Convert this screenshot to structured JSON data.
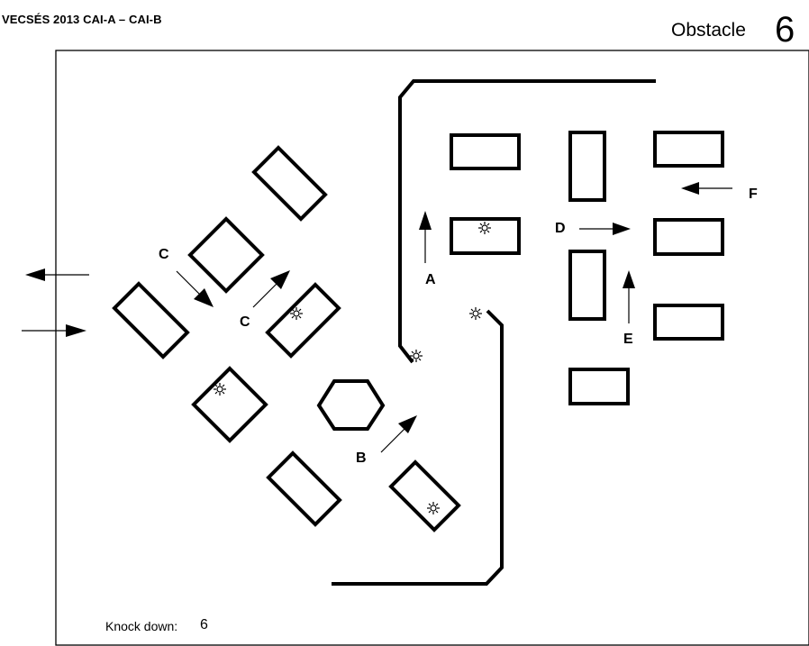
{
  "header": {
    "event_title": "VECSÉS 2013 CAI-A – CAI-B",
    "obstacle_label": "Obstacle",
    "obstacle_number": "6"
  },
  "footer": {
    "knockdown_label": "Knock down:",
    "knockdown_value": "6"
  },
  "gates": [
    "A",
    "B",
    "C",
    "C",
    "D",
    "E",
    "F"
  ],
  "icons": {
    "ball_marker": "sun-ball-icon",
    "arrow": "arrow-icon"
  },
  "colors": {
    "line": "#000000",
    "background": "#ffffff"
  }
}
